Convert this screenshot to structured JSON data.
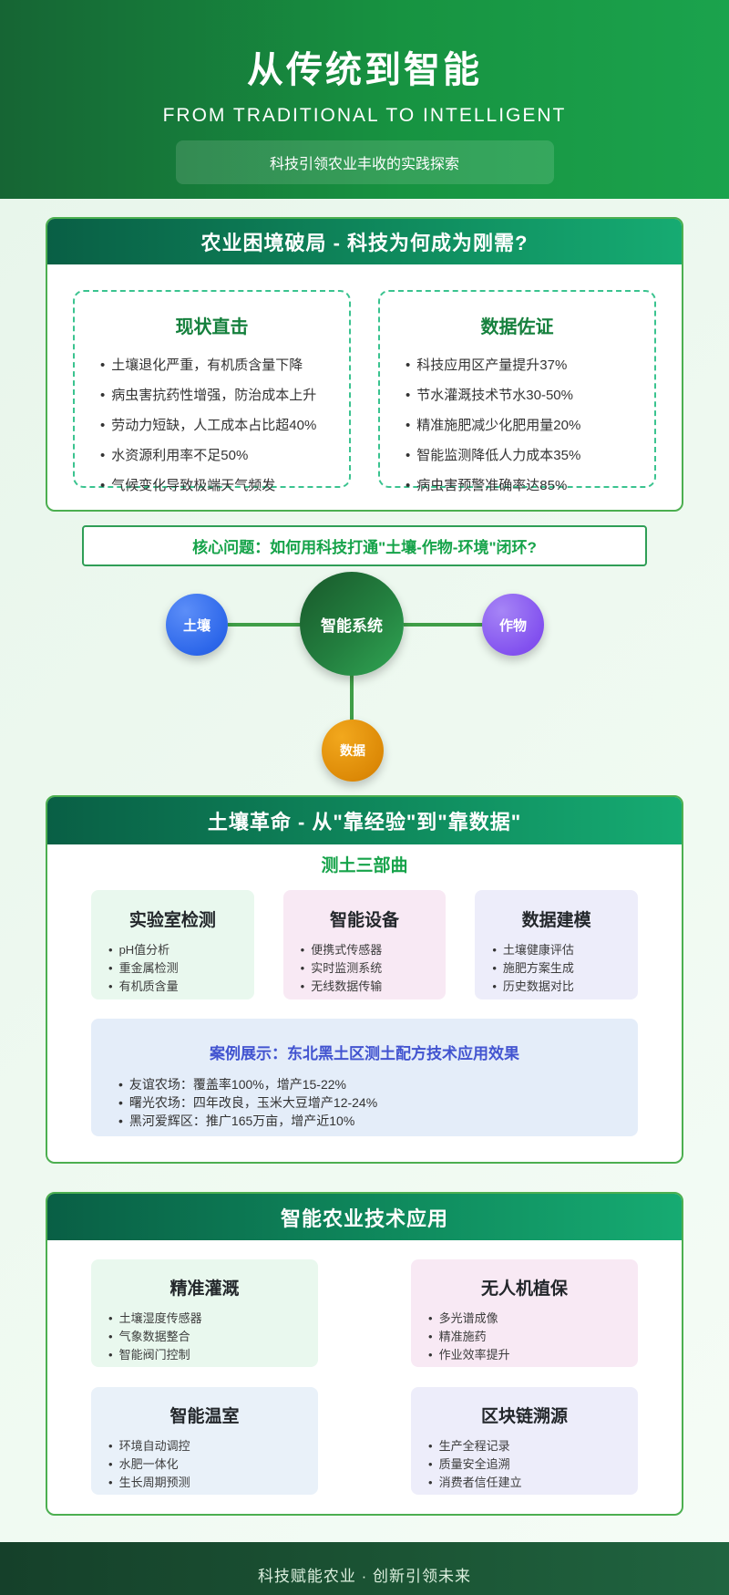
{
  "header": {
    "title": "从传统到智能",
    "subtitle": "FROM TRADITIONAL TO INTELLIGENT",
    "badge": "科技引领农业丰收的实践探索"
  },
  "section1": {
    "title": "农业困境破局 - 科技为何成为刚需?",
    "boxes": [
      {
        "title": "现状直击",
        "items": [
          "土壤退化严重，有机质含量下降",
          "病虫害抗药性增强，防治成本上升",
          "劳动力短缺，人工成本占比超40%",
          "水资源利用率不足50%",
          "气候变化导致极端天气频发"
        ]
      },
      {
        "title": "数据佐证",
        "items": [
          "科技应用区产量提升37%",
          "节水灌溉技术节水30-50%",
          "精准施肥减少化肥用量20%",
          "智能监测降低人力成本35%",
          "病虫害预警准确率达85%"
        ]
      }
    ]
  },
  "core": {
    "question": "核心问题：如何用科技打通\"土壤-作物-环境\"闭环?",
    "nodes": {
      "center": "智能系统",
      "left": "土壤",
      "right": "作物",
      "bottom": "数据"
    },
    "node_colors": {
      "center": "#237f3f",
      "left": "#2d67ea",
      "right": "#8352ef",
      "bottom": "#dd8a07"
    }
  },
  "section2": {
    "title": "土壤革命 - 从\"靠经验\"到\"靠数据\"",
    "subtitle": "测土三部曲",
    "cards": [
      {
        "title": "实验室检测",
        "items": [
          "pH值分析",
          "重金属检测",
          "有机质含量"
        ]
      },
      {
        "title": "智能设备",
        "items": [
          "便携式传感器",
          "实时监测系统",
          "无线数据传输"
        ]
      },
      {
        "title": "数据建模",
        "items": [
          "土壤健康评估",
          "施肥方案生成",
          "历史数据对比"
        ]
      }
    ],
    "case": {
      "title": "案例展示：东北黑土区测土配方技术应用效果",
      "items": [
        "友谊农场：覆盖率100%，增产15-22%",
        "曙光农场：四年改良，玉米大豆增产12-24%",
        "黑河爱辉区：推广165万亩，增产近10%"
      ]
    }
  },
  "section3": {
    "title": "智能农业技术应用",
    "cards": [
      {
        "title": "精准灌溉",
        "items": [
          "土壤湿度传感器",
          "气象数据整合",
          "智能阀门控制"
        ]
      },
      {
        "title": "无人机植保",
        "items": [
          "多光谱成像",
          "精准施药",
          "作业效率提升"
        ]
      },
      {
        "title": "智能温室",
        "items": [
          "环境自动调控",
          "水肥一体化",
          "生长周期预测"
        ]
      },
      {
        "title": "区块链溯源",
        "items": [
          "生产全程记录",
          "质量安全追溯",
          "消费者信任建立"
        ]
      }
    ]
  },
  "footer": {
    "text": "科技赋能农业 · 创新引领未来"
  },
  "colors": {
    "header_gradient": [
      "#166534",
      "#1ba34d"
    ],
    "section_header_gradient": [
      "#095f45",
      "#16ab72"
    ],
    "card_border": "#4caf50",
    "dashed_border": "#3ac38f",
    "accent_green": "#16a34a",
    "case_title_blue": "#4254d0",
    "footer_gradient": [
      "#15402a",
      "#206440"
    ]
  }
}
